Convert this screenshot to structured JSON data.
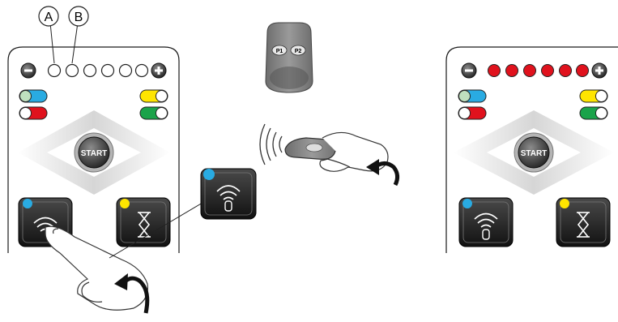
{
  "callouts": {
    "a": "A",
    "b": "B"
  },
  "remote": {
    "p1": "P1",
    "p2": "P2"
  },
  "panel_left": {
    "start_label": "START",
    "leds": [
      "off",
      "off",
      "off",
      "off",
      "off",
      "off"
    ]
  },
  "panel_right": {
    "start_label": "START",
    "leds": [
      "on",
      "on",
      "on",
      "on",
      "on",
      "on"
    ]
  },
  "colors": {
    "led_on": "#e0121d",
    "led_off": "#ffffff",
    "blue_dot": "#29abe2",
    "yellow_dot": "#ffe500",
    "green_pill": "#1aa34a",
    "red_pill": "#e0121d",
    "dark_button": "#2b2b2b"
  },
  "icons": [
    "minus-icon",
    "plus-icon",
    "wifi-remote-icon",
    "hourglass-icon",
    "finger-press-icon",
    "hand-remote-icon",
    "signal-waves-icon",
    "curved-arrow-icon"
  ]
}
